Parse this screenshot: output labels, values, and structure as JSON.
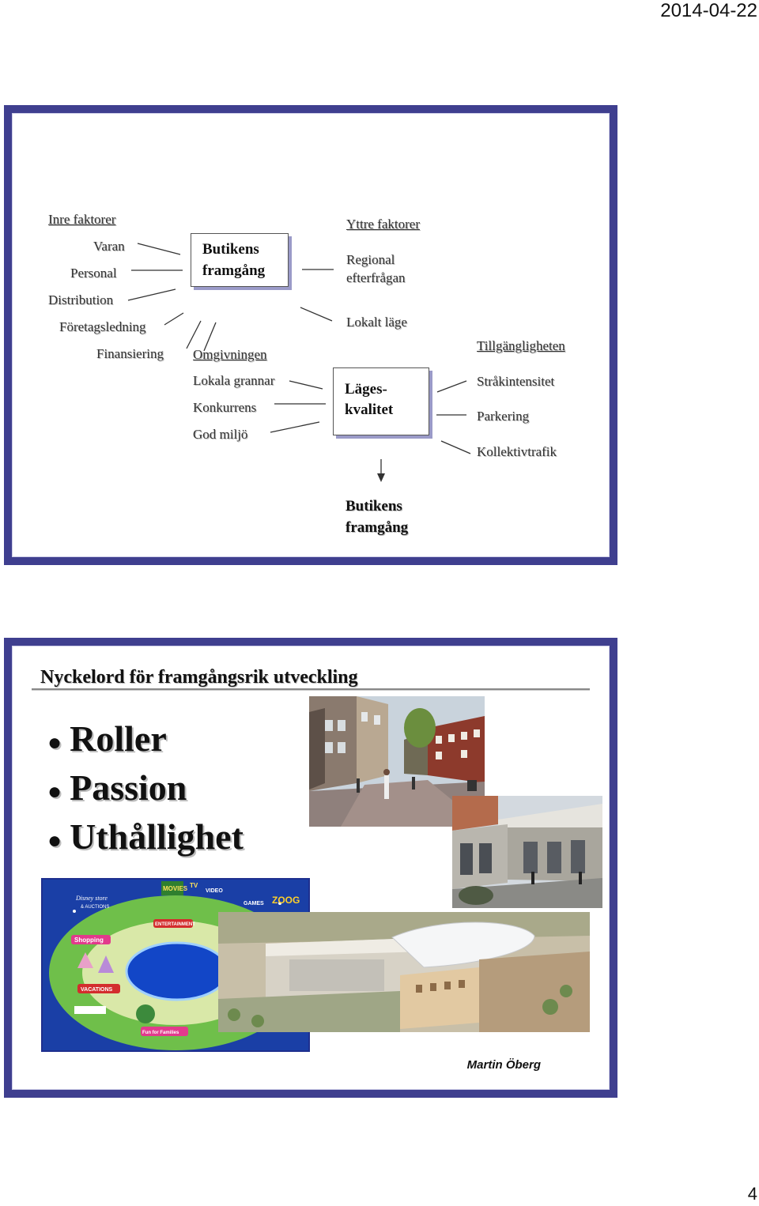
{
  "header": {
    "date": "2014-04-22"
  },
  "footer": {
    "page_number": "4"
  },
  "slide1": {
    "inre_faktorer": "Inre faktorer",
    "inner_items": [
      "Varan",
      "Personal",
      "Distribution",
      "Företagsledning",
      "Finansiering"
    ],
    "center_box": {
      "line1": "Butikens",
      "line2": "framgång"
    },
    "omgivningen": "Omgivningen",
    "omgivning_items": [
      "Lokala grannar",
      "Konkurrens",
      "God miljö"
    ],
    "yttre_faktorer": "Yttre faktorer",
    "outer_items": {
      "regional1": "Regional",
      "regional2": "efterfrågan",
      "lokalt_lage": "Lokalt läge"
    },
    "lageskvalitet": {
      "line1": "Läges-",
      "line2": "kvalitet"
    },
    "tillganglighet": "Tillgängligheten",
    "tillganglighet_items": [
      "Stråkintensitet",
      "Parkering",
      "Kollektivtrafik"
    ],
    "result": {
      "line1": "Butikens",
      "line2": "framgång"
    }
  },
  "slide2": {
    "heading": "Nyckelord för framgångsrik utveckling",
    "bullets": [
      "Roller",
      "Passion",
      "Uthållighet"
    ],
    "author": "Martin Öberg",
    "photo_labels": {
      "movies": "MOVIES",
      "tv": "TV",
      "video": "VIDEO",
      "games": "GAMES",
      "zoog": "ZOOG",
      "disney": "Disney store",
      "auctions": "& AUCTIONS",
      "entertainment": "ENTERTAINMENT",
      "shopping": "Shopping",
      "vacations": "VACATIONS",
      "fun": "Fun for Families"
    }
  },
  "colors": {
    "slide_frame": "#3f3f8f",
    "slide_shadow": "#9a9ac8"
  }
}
